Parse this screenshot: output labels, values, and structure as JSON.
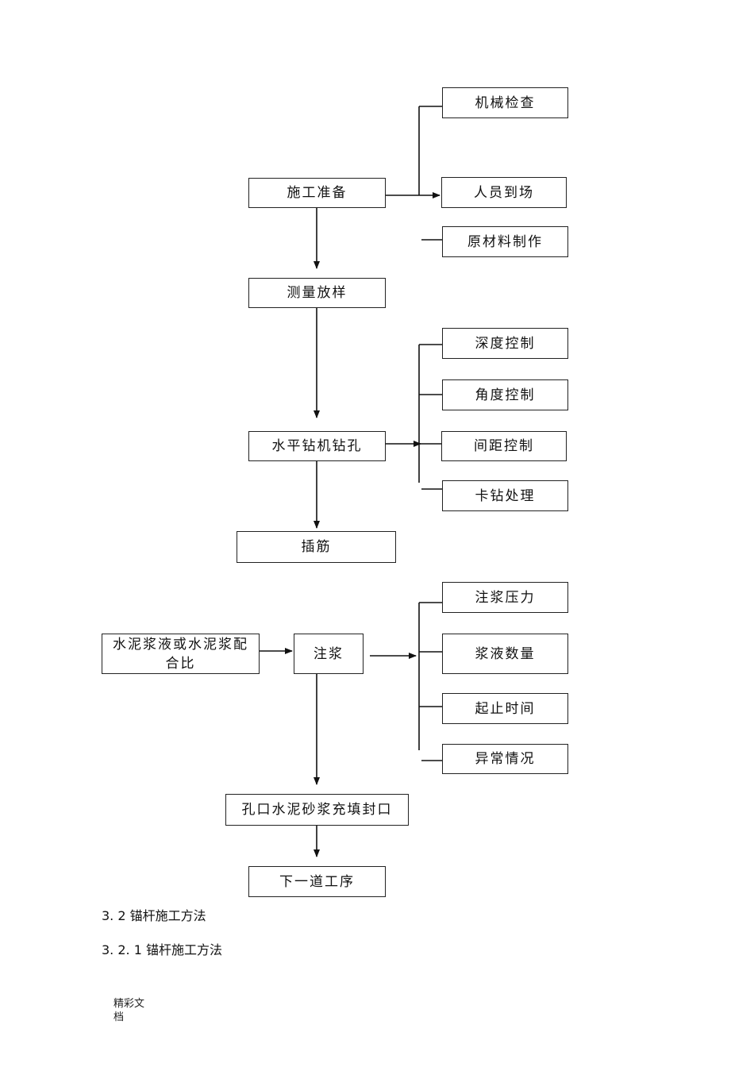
{
  "flowchart": {
    "prep": "施工准备",
    "prep_branches": [
      "机械检查",
      "人员到场",
      "原材料制作"
    ],
    "survey": "测量放样",
    "drilling": "水平钻机钻孔",
    "drilling_branches": [
      "深度控制",
      "角度控制",
      "间距控制",
      "卡钻处理"
    ],
    "rebar": "插筋",
    "grout_ratio_line1": "水泥浆液或水泥浆配",
    "grout_ratio_line2": "合比",
    "grouting": "注浆",
    "grouting_branches": [
      "注浆压力",
      "浆液数量",
      "起止时间",
      "异常情况"
    ],
    "seal": "孔口水泥砂浆充填封口",
    "next": "下一道工序"
  },
  "headings": {
    "section_3_2": "3. 2 锚杆施工方法",
    "section_3_2_1": "3. 2. 1 锚杆施工方法"
  },
  "footer": {
    "label": "精彩文档"
  }
}
